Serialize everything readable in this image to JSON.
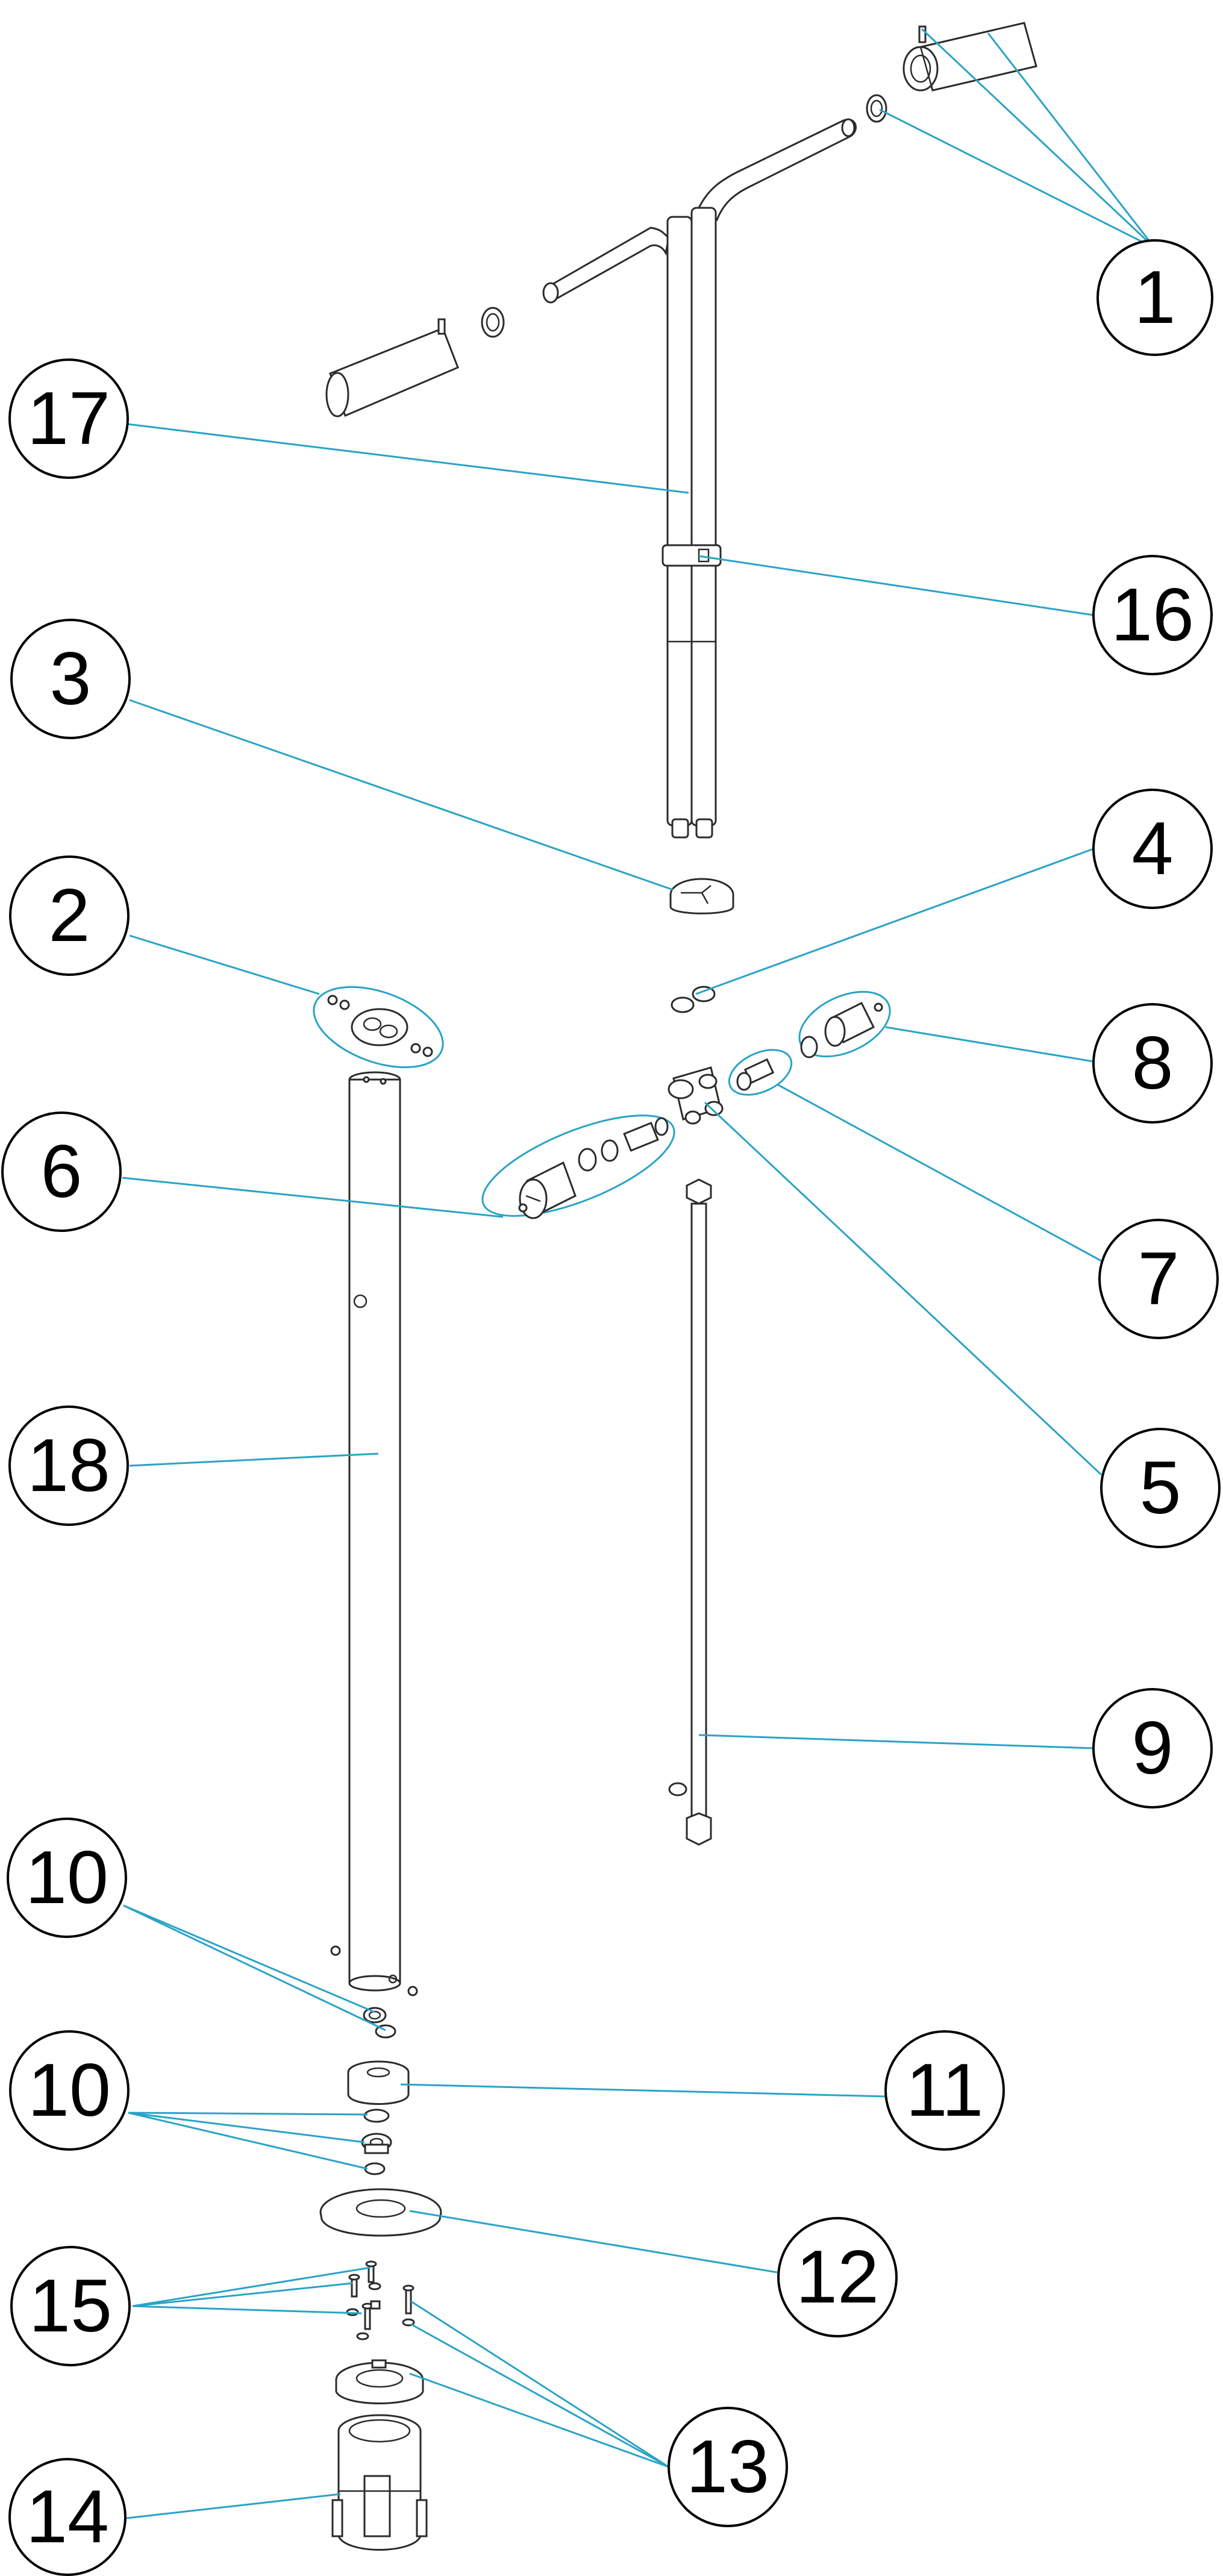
{
  "callouts": [
    {
      "id": "c1",
      "label": "1"
    },
    {
      "id": "c17",
      "label": "17"
    },
    {
      "id": "c16",
      "label": "16"
    },
    {
      "id": "c3",
      "label": "3"
    },
    {
      "id": "c4",
      "label": "4"
    },
    {
      "id": "c2",
      "label": "2"
    },
    {
      "id": "c8",
      "label": "8"
    },
    {
      "id": "c6",
      "label": "6"
    },
    {
      "id": "c7",
      "label": "7"
    },
    {
      "id": "c18",
      "label": "18"
    },
    {
      "id": "c5",
      "label": "5"
    },
    {
      "id": "c9",
      "label": "9"
    },
    {
      "id": "c10a",
      "label": "10"
    },
    {
      "id": "c10b",
      "label": "10"
    },
    {
      "id": "c11",
      "label": "11"
    },
    {
      "id": "c12",
      "label": "12"
    },
    {
      "id": "c15",
      "label": "15"
    },
    {
      "id": "c13",
      "label": "13"
    },
    {
      "id": "c14",
      "label": "14"
    }
  ],
  "colors": {
    "leader": "#29a3c6",
    "outline": "#2b2b2b",
    "circle": "#000000",
    "background": "#ffffff"
  }
}
